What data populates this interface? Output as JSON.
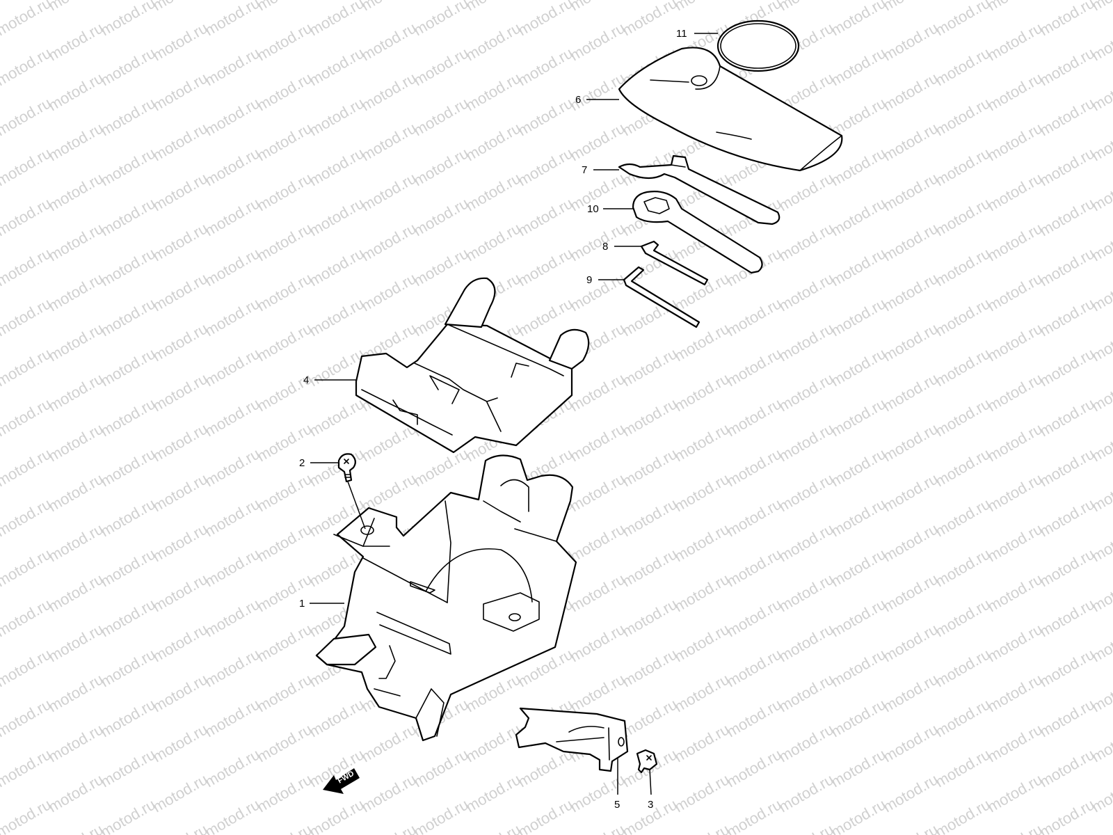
{
  "watermark": "motod.ru",
  "fwd_label": "FWD",
  "callouts": {
    "p1": "1",
    "p2": "2",
    "p3": "3",
    "p4": "4",
    "p5": "5",
    "p6": "6",
    "p7": "7",
    "p8": "8",
    "p9": "9",
    "p10": "10",
    "p11": "11"
  }
}
